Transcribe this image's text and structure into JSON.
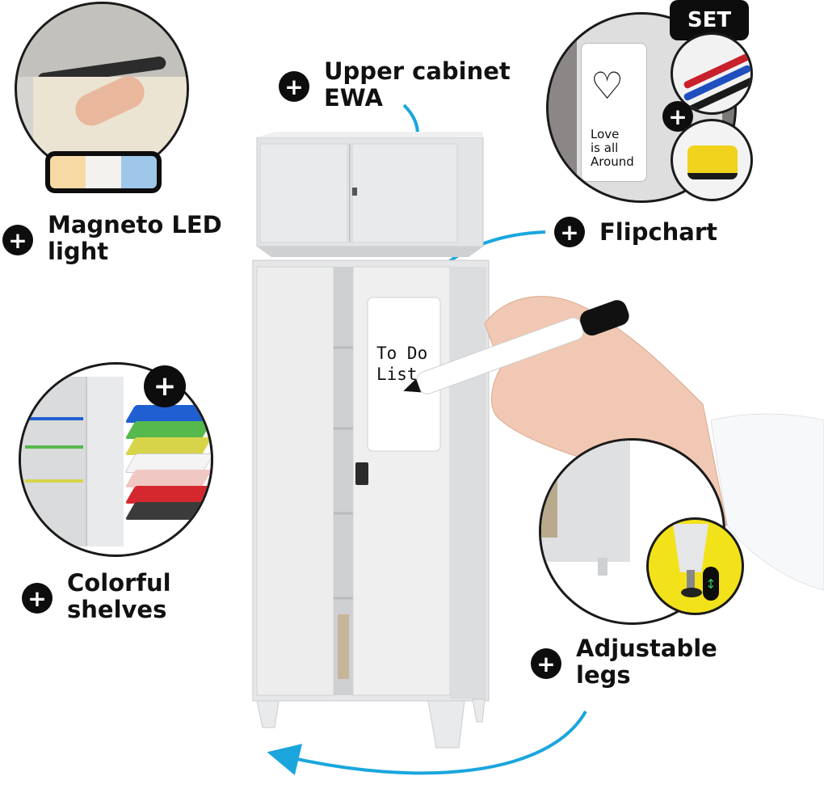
{
  "features": {
    "upper_cabinet": {
      "line1": "Upper cabinet",
      "line2": "EWA"
    },
    "led_light": {
      "line1": "Magneto LED",
      "line2": "light"
    },
    "flipchart": {
      "line1": "Flipchart"
    },
    "shelves": {
      "line1": "Colorful",
      "line2": "shelves"
    },
    "legs": {
      "line1": "Adjustable",
      "line2": "legs"
    }
  },
  "plus_glyph": "+",
  "set_badge": "SET",
  "whiteboard_note": {
    "line1": "To Do",
    "line2": "List"
  },
  "flipchart_note": {
    "line1": "Love",
    "line2": "is all",
    "line3": "Around"
  },
  "colors": {
    "arrow_blue": "#1aa6dd",
    "badge_black": "#0d0d0d",
    "cabinet_grey": "#e6e7e8",
    "leg_badge_yellow": "#f2e21a"
  },
  "shelf_colors": [
    "#1f5fd1",
    "#55b94d",
    "#d7d44a",
    "#f4f4f4",
    "#f0c7c2",
    "#d4282e",
    "#3b3b3b"
  ]
}
